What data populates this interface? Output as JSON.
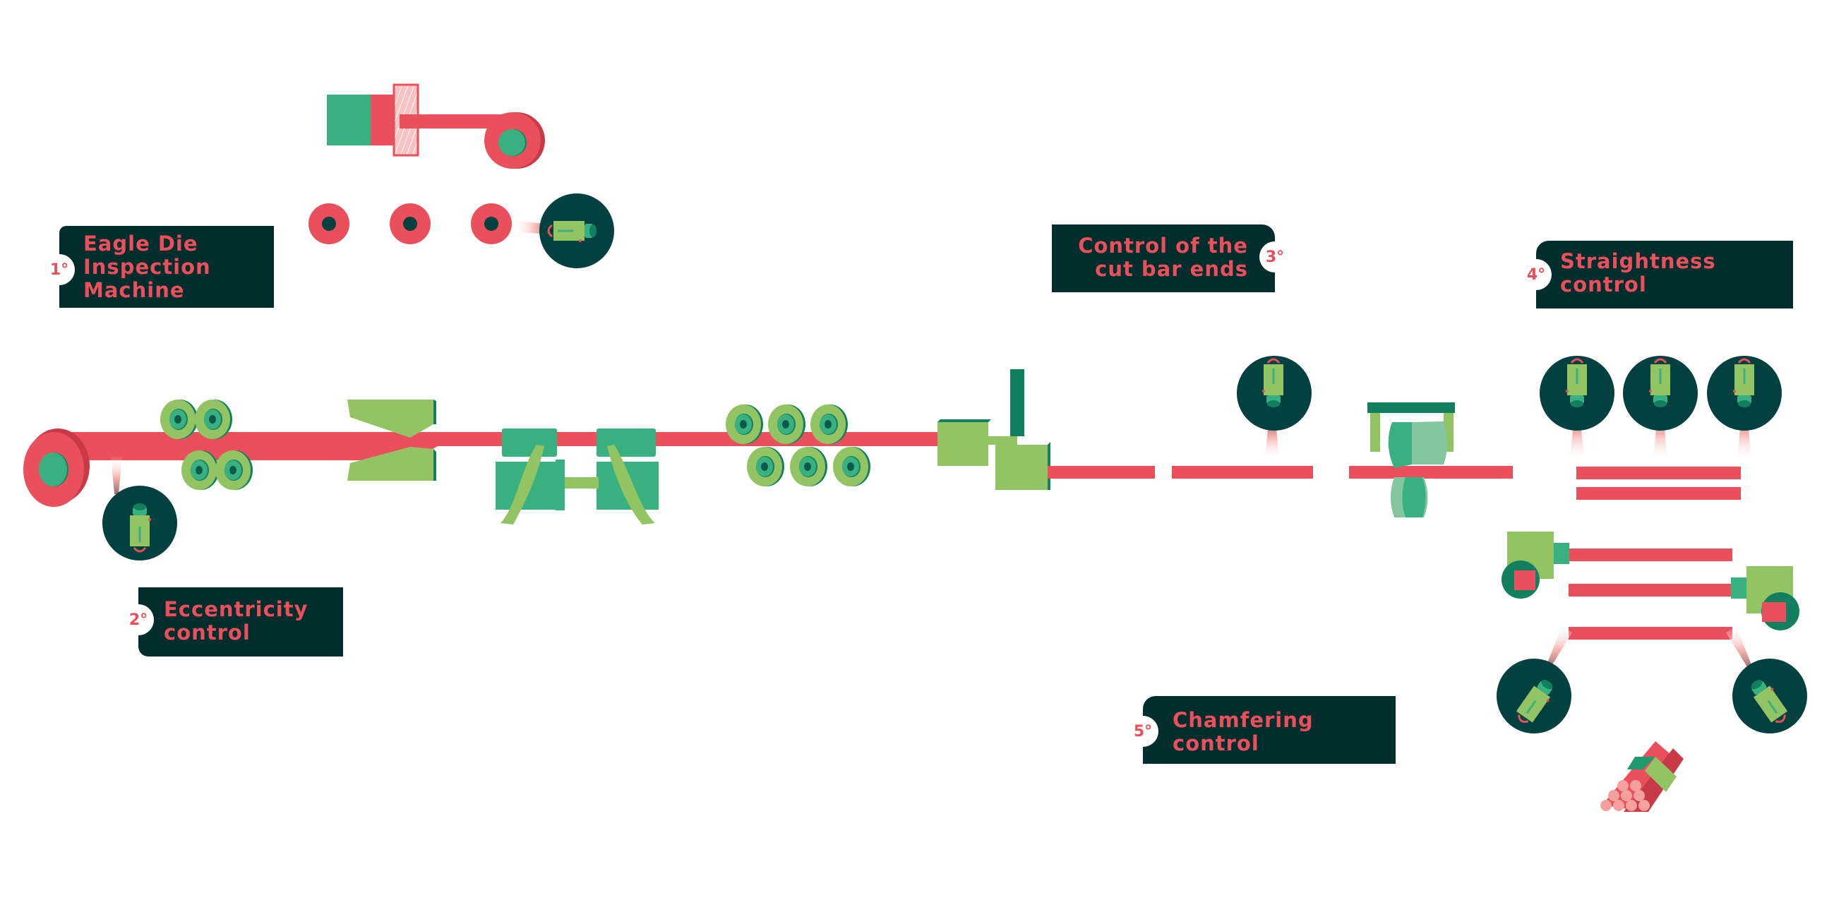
{
  "title": "Bar inspection production line",
  "colors": {
    "bar": "#ea505b",
    "bar_dark": "#c93a47",
    "bar_light": "#f4a19d",
    "green_light": "#92c464",
    "green_mid": "#39b080",
    "green_dark": "#12805f",
    "teal_dark": "#034040",
    "label_bg": "#022d2d",
    "label_text": "#ea505b"
  },
  "stations": [
    {
      "step": "1°",
      "label": "Eagle Die\nInspection\nMachine"
    },
    {
      "step": "2°",
      "label": "Eccentricity\ncontrol"
    },
    {
      "step": "3°",
      "label": "Control of the\ncut bar ends"
    },
    {
      "step": "4°",
      "label": "Straightness\ncontrol"
    },
    {
      "step": "5°",
      "label": "Chamfering\ncontrol"
    }
  ]
}
